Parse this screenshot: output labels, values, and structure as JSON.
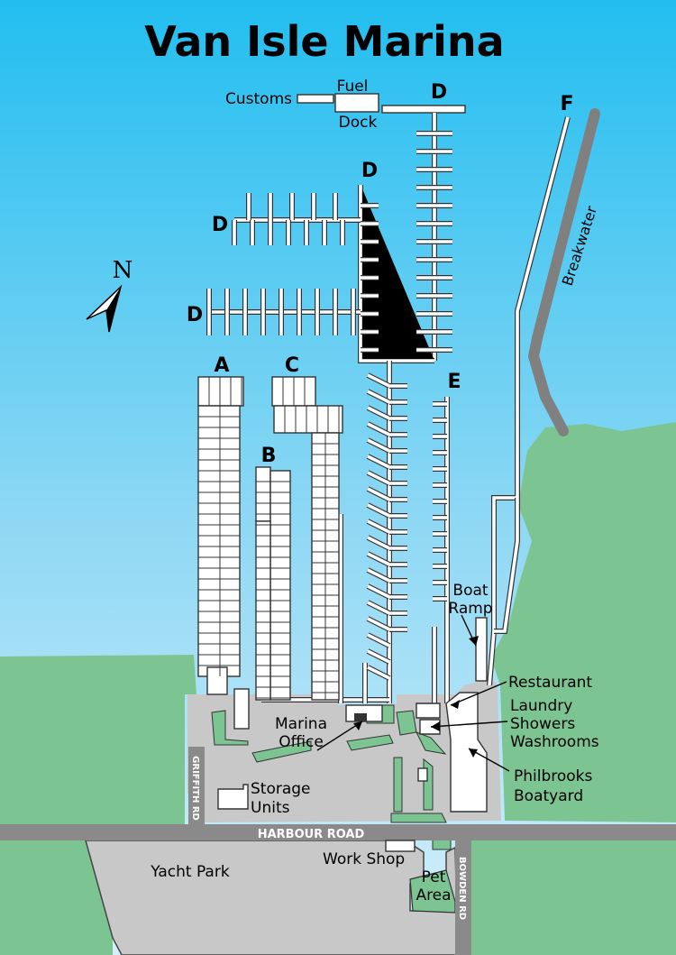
{
  "title": "Van Isle Marina",
  "compass": {
    "label": "N"
  },
  "docks": {
    "a": "A",
    "b": "B",
    "c": "C",
    "d_top": "D",
    "d_mid": "D",
    "d_left_upper": "D",
    "d_left_lower": "D",
    "e": "E",
    "f": "F"
  },
  "labels": {
    "customs": "Customs",
    "fuel_dock_line1": "Fuel",
    "fuel_dock_line2": "Dock",
    "breakwater": "Breakwater",
    "boat_ramp_line1": "Boat",
    "boat_ramp_line2": "Ramp",
    "restaurant": "Restaurant",
    "laundry_line1": "Laundry",
    "laundry_line2": "Showers",
    "laundry_line3": "Washrooms",
    "marina_office_line1": "Marina",
    "marina_office_line2": "Office",
    "philbrooks_line1": "Philbrooks",
    "philbrooks_line2": "Boatyard",
    "storage_line1": "Storage",
    "storage_line2": "Units",
    "work_shop": "Work Shop",
    "pet_area_line1": "Pet",
    "pet_area_line2": "Area",
    "yacht_park": "Yacht Park"
  },
  "roads": {
    "harbour": "HARBOUR ROAD",
    "griffith": "GRIFFITH RD",
    "bowden": "BOWDEN RD"
  },
  "colors": {
    "water_top": "#22bef0",
    "water_bottom": "#d6f0fb",
    "land": "#7cc593",
    "paved": "#c8c8c8",
    "road": "#8a8a8a",
    "breakwater": "#808080"
  }
}
